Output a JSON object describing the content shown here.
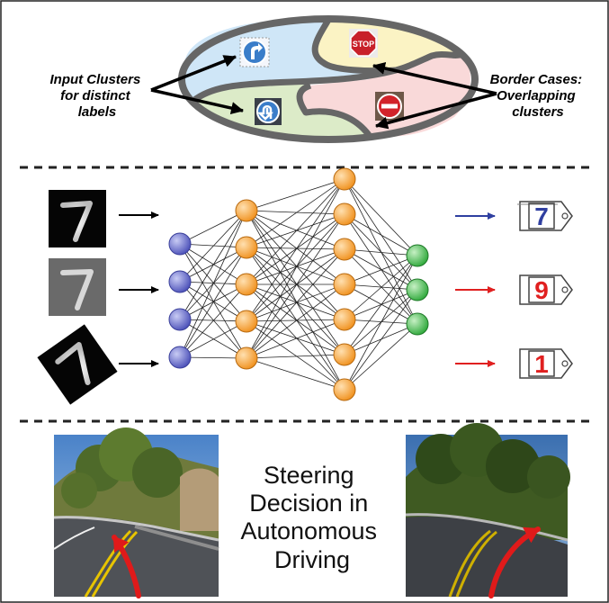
{
  "clusters_panel": {
    "left_label": [
      "Input Clusters",
      "for distinct",
      "labels"
    ],
    "right_label": [
      "Border Cases:",
      "Overlapping",
      "clusters"
    ],
    "signs": [
      {
        "name": "turn-right-sign",
        "text": ""
      },
      {
        "name": "stop-sign",
        "text": "STOP"
      },
      {
        "name": "u-turn-sign",
        "text": ""
      },
      {
        "name": "no-entry-sign",
        "text": ""
      }
    ],
    "colors": {
      "blue": "#cfe6f7",
      "yellow": "#fbf3c4",
      "green": "#dcebc8",
      "pink": "#f9d9d9",
      "outline": "#666666"
    }
  },
  "network_panel": {
    "input_images": [
      {
        "name": "digit-seven-image-1",
        "digit": "7"
      },
      {
        "name": "digit-seven-image-2",
        "digit": "7"
      },
      {
        "name": "digit-seven-image-rotated",
        "digit": "7"
      }
    ],
    "layers": [
      {
        "name": "input-layer",
        "count": 4,
        "color": "#5a5fc4"
      },
      {
        "name": "hidden-layer-1",
        "count": 5,
        "color": "#f5a23a"
      },
      {
        "name": "hidden-layer-2",
        "count": 7,
        "color": "#f5a23a"
      },
      {
        "name": "output-layer",
        "count": 3,
        "color": "#3db54a"
      }
    ],
    "outputs": [
      {
        "label": "7",
        "color": "#2f3fa0"
      },
      {
        "label": "9",
        "color": "#e02020"
      },
      {
        "label": "1",
        "color": "#e02020"
      }
    ]
  },
  "steering_panel": {
    "title_lines": [
      "Steering",
      "Decision in",
      "Autonomous",
      "Driving"
    ],
    "arrow_color": "#e01a1a"
  }
}
